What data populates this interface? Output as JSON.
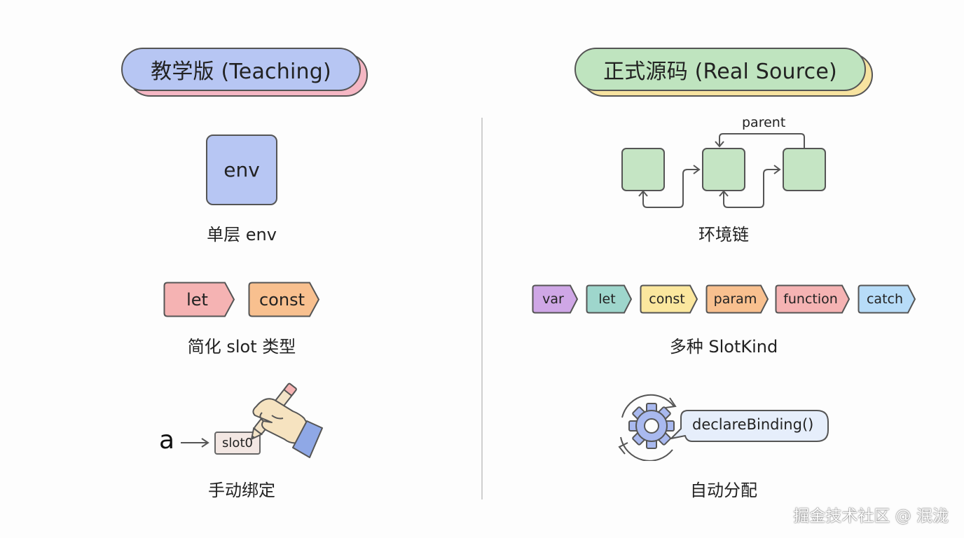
{
  "left": {
    "title": "教学版 (Teaching)",
    "env_box": "env",
    "env_caption": "单层 env",
    "slot_tags": [
      {
        "label": "let",
        "color": "#f5b3b3"
      },
      {
        "label": "const",
        "color": "#f8c08f"
      }
    ],
    "slot_caption": "简化 slot 类型",
    "binding_var": "a",
    "binding_slot": "slot0",
    "binding_caption": "手动绑定"
  },
  "right": {
    "title": "正式源码 (Real Source)",
    "chain_label": "parent",
    "chain_caption": "环境链",
    "slot_kinds": [
      {
        "label": "var",
        "color": "#cfa7e6"
      },
      {
        "label": "let",
        "color": "#9ed6cc"
      },
      {
        "label": "const",
        "color": "#fbe79e"
      },
      {
        "label": "param",
        "color": "#f8c08f"
      },
      {
        "label": "function",
        "color": "#f5b3b3"
      },
      {
        "label": "catch",
        "color": "#b7dcf8"
      }
    ],
    "slotkind_caption": "多种 SlotKind",
    "bubble_text": "declareBinding()",
    "auto_caption": "自动分配"
  },
  "colors": {
    "teaching_pill": "#b7c6f3",
    "teaching_shadow": "#f5b7c4",
    "real_pill": "#bfe4bf",
    "real_shadow": "#f7e3a0",
    "env_green": "#c5e5c4"
  },
  "watermark": "掘金技术社区 @ 泯泷"
}
